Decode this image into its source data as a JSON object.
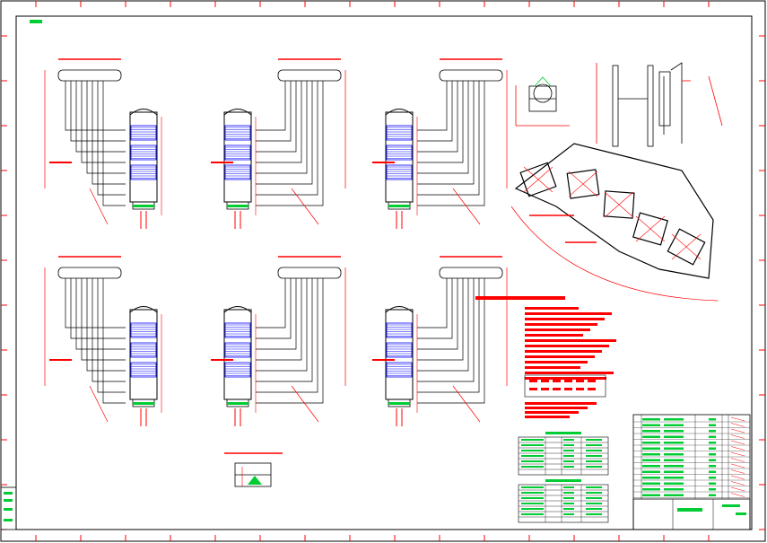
{
  "sheet": {
    "background": "#ffffff",
    "line_color": "#000000",
    "annotation_color": "#ff0000",
    "highlight_color": "#00cc33",
    "hatch_color": "#0000ff",
    "title_block_text": ""
  },
  "tower_units": [
    {
      "id": "tower-1",
      "label": ""
    },
    {
      "id": "tower-2",
      "label": ""
    },
    {
      "id": "tower-3",
      "label": ""
    },
    {
      "id": "tower-4",
      "label": ""
    },
    {
      "id": "tower-5",
      "label": ""
    },
    {
      "id": "tower-6",
      "label": ""
    }
  ],
  "notes_block": {
    "lines": 14
  },
  "tables": {
    "left_table_rows": 6,
    "right_table_rows": 6,
    "title_block_rows": 14
  }
}
